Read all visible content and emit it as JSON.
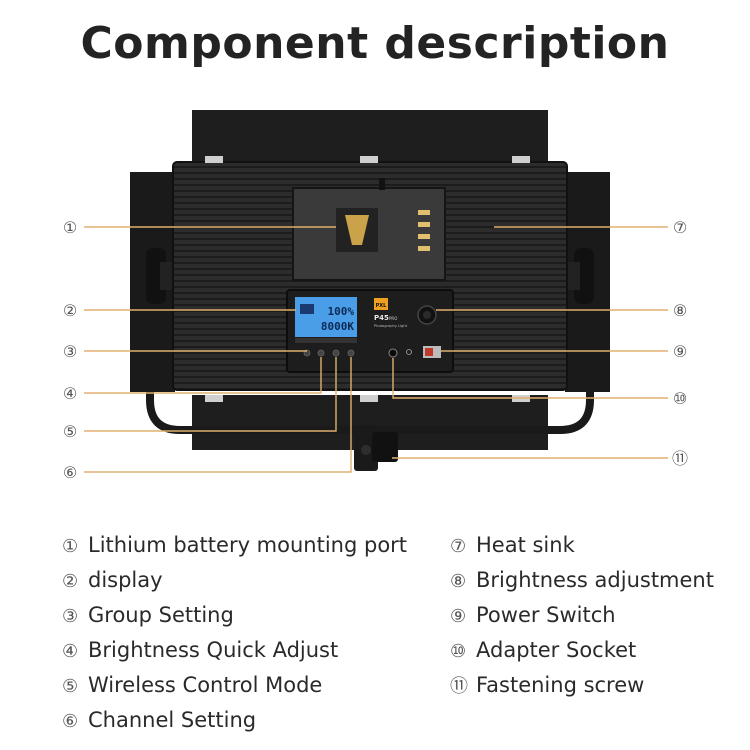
{
  "title": "Component description",
  "lcd": {
    "line1": "100%",
    "line2": "8000K"
  },
  "product_badge": {
    "brand": "PXL",
    "model": "P45",
    "suffix": "PRO",
    "caption": "Photography Light"
  },
  "callouts": [
    "①",
    "②",
    "③",
    "④",
    "⑤",
    "⑥",
    "⑦",
    "⑧",
    "⑨",
    "⑩",
    "⑪"
  ],
  "legend": [
    {
      "num": "①",
      "label": "Lithium battery mounting port"
    },
    {
      "num": "②",
      "label": "display"
    },
    {
      "num": "③",
      "label": "Group Setting"
    },
    {
      "num": "④",
      "label": "Brightness Quick Adjust"
    },
    {
      "num": "⑤",
      "label": "Wireless Control Mode"
    },
    {
      "num": "⑥",
      "label": "Channel Setting"
    },
    {
      "num": "⑦",
      "label": "Heat sink"
    },
    {
      "num": "⑧",
      "label": "Brightness adjustment"
    },
    {
      "num": "⑨",
      "label": "Power Switch"
    },
    {
      "num": "⑩",
      "label": "Adapter Socket"
    },
    {
      "num": "⑪",
      "label": "Fastening screw"
    }
  ],
  "colors": {
    "leader_line": "#e0b070",
    "panel": "#2b2b2b",
    "lcd": "#4a9ee8",
    "accent": "#f0a020"
  }
}
